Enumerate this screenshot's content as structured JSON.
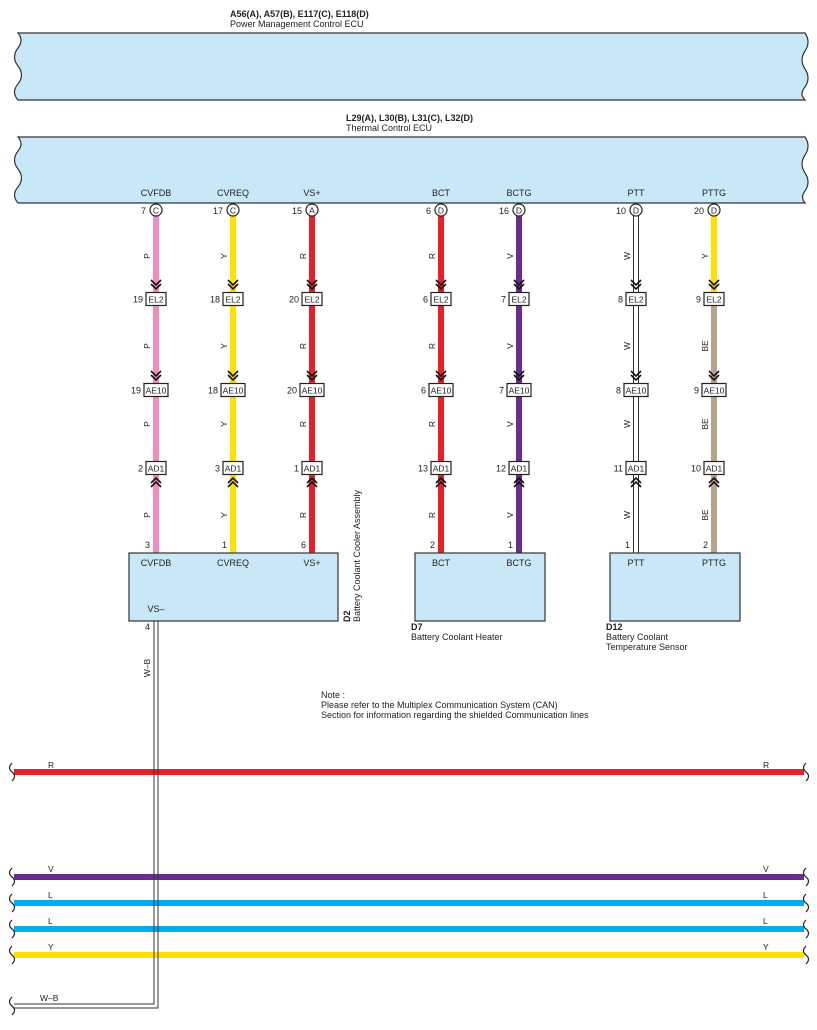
{
  "pm_ecu": {
    "codes": "A56(A), A57(B), E117(C), E118(D)",
    "name": "Power Management Control ECU"
  },
  "th_ecu": {
    "codes": "L29(A), L30(B), L31(C), L32(D)",
    "name": "Thermal Control ECU"
  },
  "circuits": [
    {
      "id": "cvfdb",
      "sig": "CVFDB",
      "ecu_pin": "7",
      "ecu_conn": "C",
      "wire_colors": [
        "P",
        "P",
        "P",
        "P"
      ],
      "hex": "#f28cbf",
      "el2_pin": "19",
      "ae10_pin": "19",
      "ad1_pin": "2",
      "comp_pin": "3",
      "comp_sig": "CVFDB",
      "stripe": false
    },
    {
      "id": "cvreq",
      "sig": "CVREQ",
      "ecu_pin": "17",
      "ecu_conn": "C",
      "wire_colors": [
        "Y",
        "Y",
        "Y",
        "Y"
      ],
      "hex": "#ffe000",
      "el2_pin": "18",
      "ae10_pin": "18",
      "ad1_pin": "3",
      "comp_pin": "1",
      "comp_sig": "CVREQ",
      "stripe": false
    },
    {
      "id": "vsplus",
      "sig": "VS+",
      "ecu_pin": "15",
      "ecu_conn": "A",
      "wire_colors": [
        "R",
        "R",
        "R",
        "R"
      ],
      "hex": "#e8202a",
      "el2_pin": "20",
      "ae10_pin": "20",
      "ad1_pin": "1",
      "comp_pin": "6",
      "comp_sig": "VS+",
      "stripe": false
    },
    {
      "id": "bct",
      "sig": "BCT",
      "ecu_pin": "6",
      "ecu_conn": "D",
      "wire_colors": [
        "R",
        "R",
        "R",
        "R"
      ],
      "hex": "#e8202a",
      "el2_pin": "6",
      "ae10_pin": "6",
      "ad1_pin": "13",
      "comp_pin": "2",
      "comp_sig": "BCT",
      "stripe": false
    },
    {
      "id": "bctg",
      "sig": "BCTG",
      "ecu_pin": "16",
      "ecu_conn": "D",
      "wire_colors": [
        "V",
        "V",
        "V",
        "V"
      ],
      "hex": "#6a2d8f",
      "el2_pin": "7",
      "ae10_pin": "7",
      "ad1_pin": "12",
      "comp_pin": "1",
      "comp_sig": "BCTG",
      "stripe": false
    },
    {
      "id": "ptt",
      "sig": "PTT",
      "ecu_pin": "10",
      "ecu_conn": "D",
      "wire_colors": [
        "W",
        "W",
        "W",
        "W"
      ],
      "hex": "#ffffff",
      "el2_pin": "8",
      "ae10_pin": "8",
      "ad1_pin": "11",
      "comp_pin": "1",
      "comp_sig": "PTT",
      "stripe": false
    },
    {
      "id": "pttg",
      "sig": "PTTG",
      "ecu_pin": "20",
      "ecu_conn": "D",
      "wire_colors": [
        "Y",
        "BE",
        "BE",
        "BE"
      ],
      "hex": "#ffe000",
      "hex2": "#b8a48a",
      "el2_pin": "9",
      "ae10_pin": "9",
      "ad1_pin": "10",
      "comp_pin": "2",
      "comp_sig": "PTTG",
      "stripe": false
    }
  ],
  "connectors": {
    "el2": "EL2",
    "ae10": "AE10",
    "ad1": "AD1"
  },
  "d2": {
    "code": "D2",
    "name": "Battery Coolant Cooler Assembly",
    "vsminus": "VS–",
    "vsminus_pin": "4",
    "ground_wire": "W–B"
  },
  "d7": {
    "code": "D7",
    "name": "Battery Coolant Heater"
  },
  "d12": {
    "code": "D12",
    "name_line1": "Battery Coolant",
    "name_line2": "Temperature Sensor"
  },
  "note": {
    "line1": "Note :",
    "line2": "Please refer to the Multiplex Communication System (CAN)",
    "line3": "Section for information regarding the shielded Communication lines"
  },
  "buses": [
    {
      "label": "R",
      "hex": "#e8202a"
    },
    {
      "label": "V",
      "hex": "#6a2d8f"
    },
    {
      "label": "L",
      "hex": "#00aeef"
    },
    {
      "label": "L",
      "hex": "#00aeef"
    },
    {
      "label": "Y",
      "hex": "#ffe000"
    }
  ],
  "ground_bus": {
    "label": "W–B"
  }
}
